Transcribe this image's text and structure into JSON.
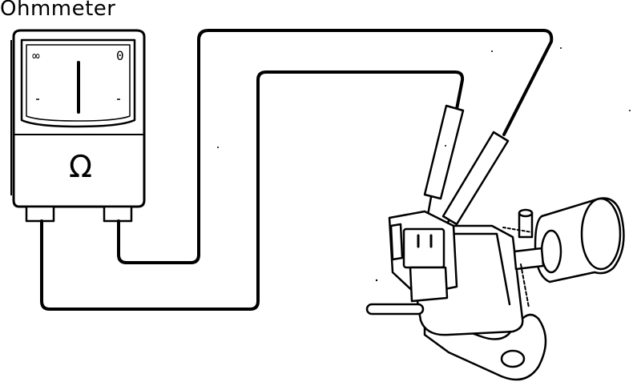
{
  "title": "Ohmmeter",
  "meter": {
    "scale_left_label": "∞",
    "scale_right_label": "0",
    "unit_symbol": "Ω"
  }
}
